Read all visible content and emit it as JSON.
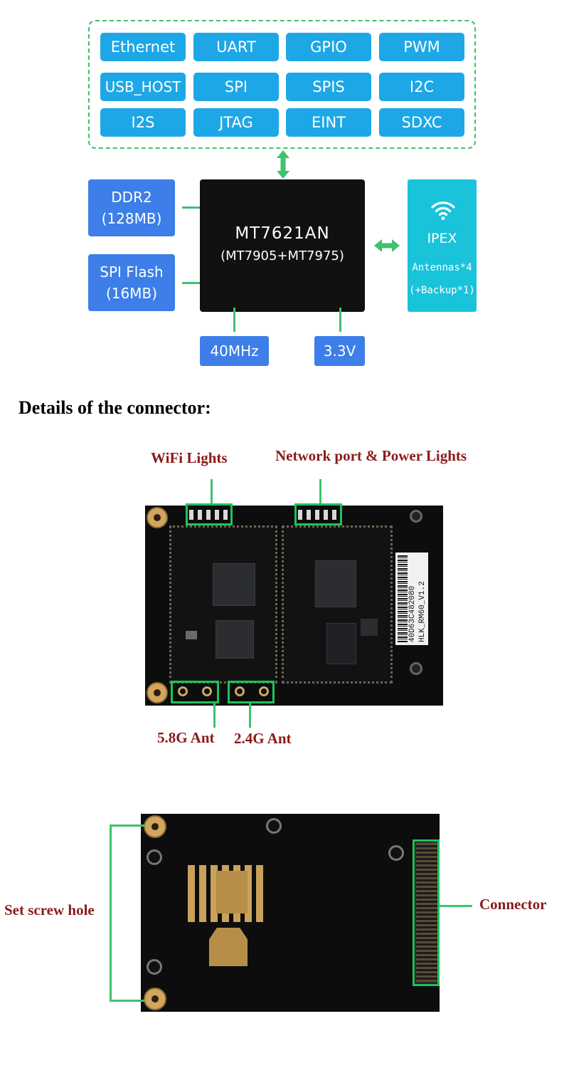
{
  "interfaces": [
    [
      "Ethernet",
      "UART",
      "GPIO",
      "PWM"
    ],
    [
      "USB_HOST",
      "SPI",
      "SPIS",
      "I2C"
    ],
    [
      "I2S",
      "JTAG",
      "EINT",
      "SDXC"
    ]
  ],
  "memory": {
    "ddr_line1": "DDR2",
    "ddr_line2": "(128MB)",
    "flash_line1": "SPI Flash",
    "flash_line2": "(16MB)"
  },
  "chip": {
    "name": "MT7621AN",
    "sub": "(MT7905+MT7975)"
  },
  "wifi": {
    "title": "IPEX",
    "line1": "Antennas*4",
    "line2": "(+Backup*1)",
    "icon": "wifi-icon"
  },
  "clock": "40MHz",
  "voltage": "3.3V",
  "section_heading": "Details of the connector:",
  "front_labels": {
    "wifi_lights": "WiFi Lights",
    "network_power_lights": "Network port & Power Lights",
    "ant_58": "5.8G Ant",
    "ant_24": "2.4G Ant"
  },
  "board_silkscreen": {
    "id": "40D63C482080",
    "model": "HLK_RM60_V1.2"
  },
  "back_labels": {
    "screw_hole": "Set screw hole",
    "connector": "Connector"
  },
  "colors": {
    "interface_box": "#1ea7e6",
    "memory_box": "#3d7ee8",
    "wifi_box": "#19c3da",
    "chip": "#111111",
    "connector_line": "#3fc16e",
    "label_text": "#8b1a1a"
  }
}
